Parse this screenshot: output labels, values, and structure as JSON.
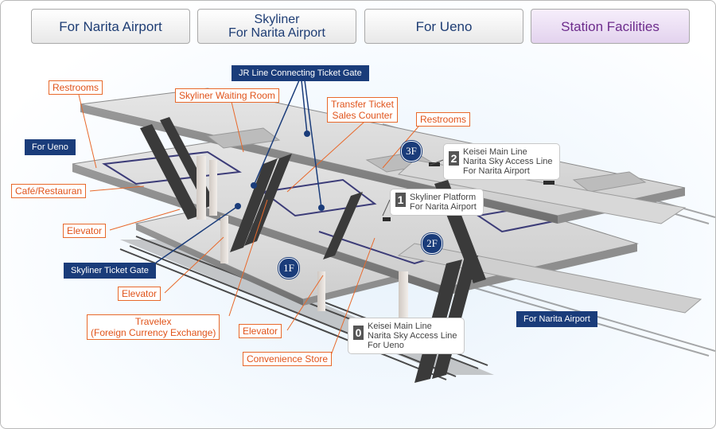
{
  "tabs": [
    {
      "line1": "For Narita Airport",
      "line2": ""
    },
    {
      "line1": "Skyliner",
      "line2": "For Narita Airport"
    },
    {
      "line1": "For Ueno",
      "line2": ""
    },
    {
      "line1": "Station Facilities",
      "line2": ""
    }
  ],
  "active_tab": "Station Facilities",
  "facilities": {
    "restrooms_left": "Restrooms",
    "skyliner_waiting_room": "Skyliner Waiting Room",
    "transfer_ticket_line1": "Transfer Ticket",
    "transfer_ticket_line2": "Sales Counter",
    "restrooms_right": "Restrooms",
    "cafe": "Café/Restauran",
    "elevator_1": "Elevator",
    "elevator_2": "Elevator",
    "elevator_3": "Elevator",
    "travelex_line1": "Travelex",
    "travelex_line2": "(Foreign Currency Exchange)",
    "convenience_store": "Convenience Store"
  },
  "gates": {
    "jr_gate": "JR Line Connecting Ticket Gate",
    "skyliner_gate": "Skyliner Ticket Gate"
  },
  "directions": {
    "for_ueno": "For Ueno",
    "for_narita": "For Narita Airport"
  },
  "platforms": [
    {
      "number": "2",
      "line1": "Keisei Main Line",
      "line2": "Narita Sky Access Line",
      "line3": "For Narita Airport"
    },
    {
      "number": "1",
      "line1": "Skyliner Platform",
      "line2": "For Narita Airport",
      "line3": ""
    },
    {
      "number": "0",
      "line1": "Keisei Main Line",
      "line2": "Narita Sky Access Line",
      "line3": "For Ueno"
    }
  ],
  "floors": {
    "f3": "3F",
    "f2": "2F",
    "f1": "1F"
  },
  "colors": {
    "accent_orange": "#e8692b",
    "navy": "#1a3c7a",
    "active_tab": "#6d2c8c"
  }
}
